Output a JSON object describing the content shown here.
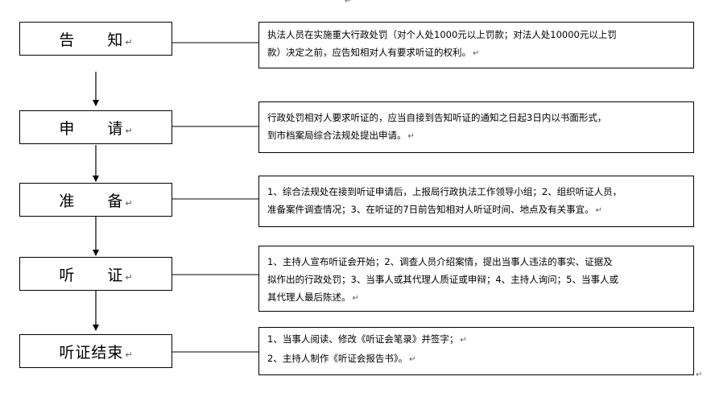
{
  "steps": [
    {
      "label": "告　　知",
      "desc_lines": [
        "执法人员在实施重大行政处罚（对个人处1000元以上罚款；对法人处10000元以上罚",
        "款）决定之前，应告知相对人有要求听证的权利。"
      ]
    },
    {
      "label": "申　　请",
      "desc_lines": [
        "行政处罚相对人要求听证的，应当自接到告知听证的通知之日起3日内以书面形式，",
        "到市档案局综合法规处提出申请。"
      ]
    },
    {
      "label": "准　　备",
      "desc_lines": [
        "1、综合法规处在接到听证申请后，上报局行政执法工作领导小组；2、组织听证人员，",
        "准备案件调查情况；3、在听证的7日前告知相对人听证时间、地点及有关事宜。"
      ]
    },
    {
      "label": "听　　证",
      "desc_lines": [
        "1、主持人宣布听证会开始；2、调查人员介绍案情，提出当事人违法的事实、证据及",
        "拟作出的行政处罚；3、当事人或其代理人质证或申辩；4、主持人询问；5、当事人或",
        "其代理人最后陈述。"
      ]
    },
    {
      "label": "听证结束",
      "desc_lines": [
        "1、当事人阅读、修改《听证会笔录》并签字；",
        "2、主持人制作《听证会报告书》。"
      ]
    }
  ],
  "paragraph_mark": "↵"
}
